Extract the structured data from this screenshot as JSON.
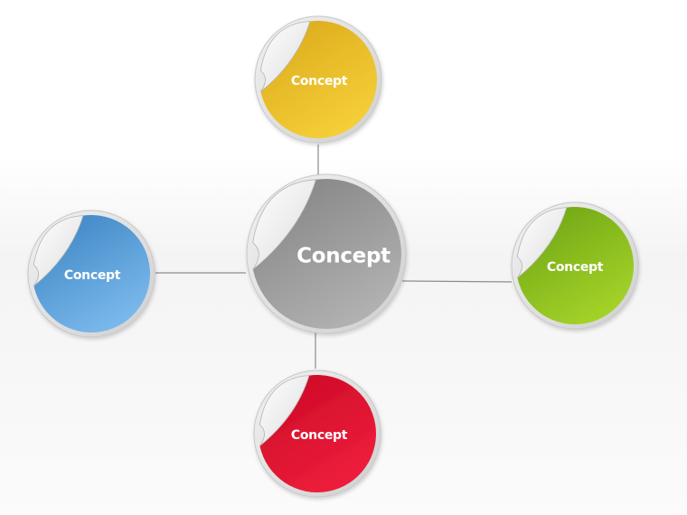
{
  "diagram": {
    "center": {
      "label": "Concept",
      "color_light": "#b5b5b5",
      "color_dark": "#858585"
    },
    "nodes": [
      {
        "id": "top",
        "label": "Concept",
        "color_light": "#f7d23a",
        "color_dark": "#dcab1d"
      },
      {
        "id": "left",
        "label": "Concept",
        "color_light": "#7fbdf0",
        "color_dark": "#3f86c4"
      },
      {
        "id": "right",
        "label": "Concept",
        "color_light": "#a8d62a",
        "color_dark": "#6fa615"
      },
      {
        "id": "bottom",
        "label": "Concept",
        "color_light": "#f2203d",
        "color_dark": "#cc0a27"
      }
    ],
    "connector_color": "#8c8c8c",
    "rim_color": "#dcdcdc"
  }
}
